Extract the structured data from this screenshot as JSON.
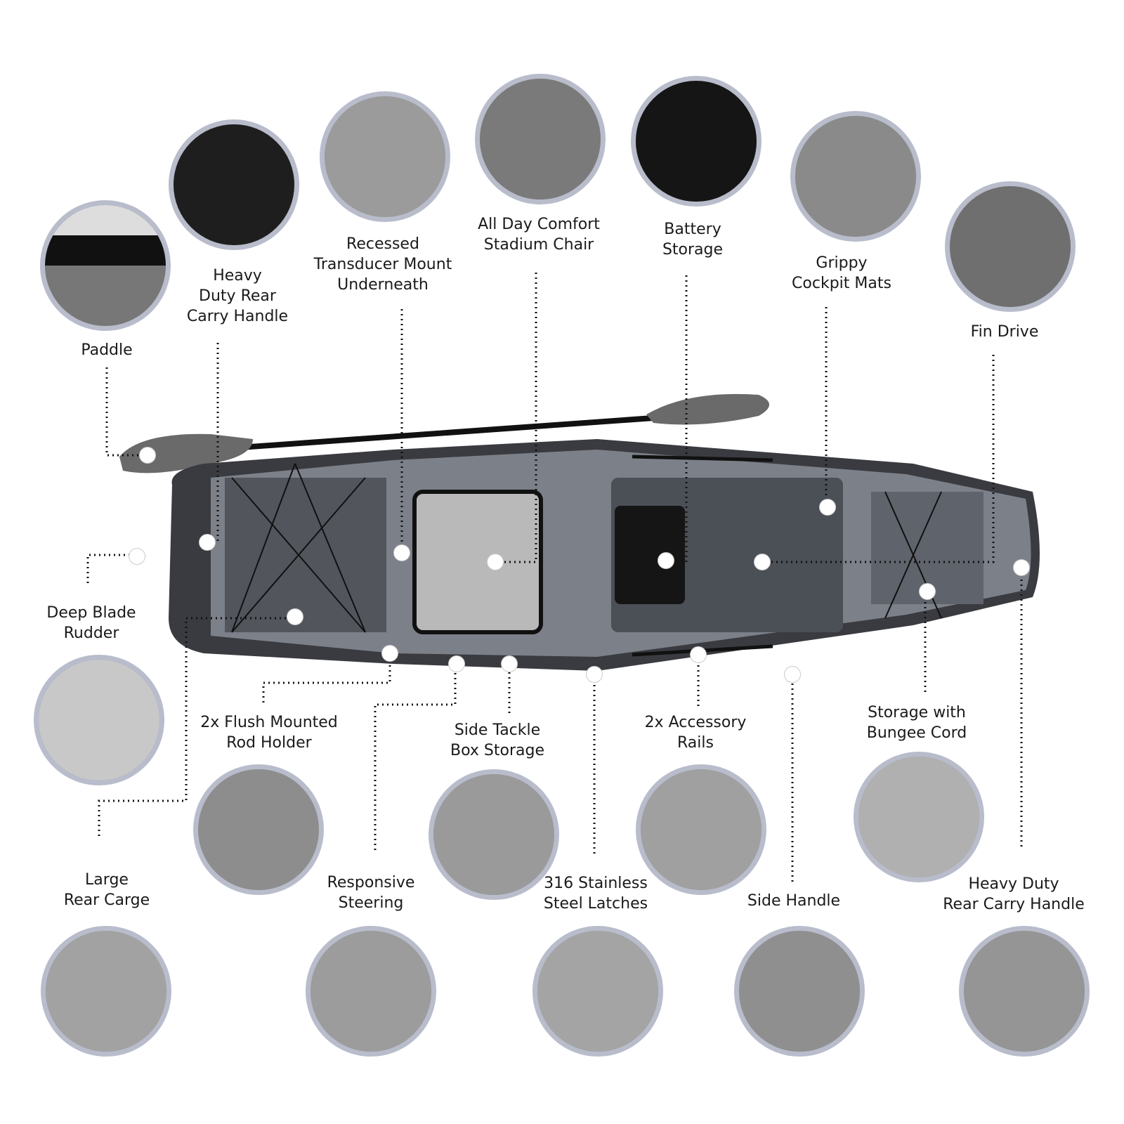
{
  "features": [
    {
      "id": "paddle",
      "label": "Paddle",
      "icon": "paddle-photo"
    },
    {
      "id": "heavy-duty-rear-carry-handle-top",
      "label": "Heavy\nDuty Rear\nCarry Handle",
      "icon": "carry-handle-photo"
    },
    {
      "id": "recessed-transducer-mount",
      "label": "Recessed\nTransducer Mount\nUnderneath",
      "icon": "transducer-mount-photo"
    },
    {
      "id": "stadium-chair",
      "label": "All Day Comfort\nStadium Chair",
      "icon": "chair-photo"
    },
    {
      "id": "battery-storage",
      "label": "Battery\nStorage",
      "icon": "battery-hatch-photo"
    },
    {
      "id": "cockpit-mats",
      "label": "Grippy\nCockpit Mats",
      "icon": "mat-photo"
    },
    {
      "id": "fin-drive",
      "label": "Fin Drive",
      "icon": "fin-drive-photo"
    },
    {
      "id": "deep-blade-rudder",
      "label": "Deep Blade\nRudder",
      "icon": "rudder-photo"
    },
    {
      "id": "rod-holder",
      "label": "2x Flush Mounted\nRod Holder",
      "icon": "rod-holder-photo"
    },
    {
      "id": "side-tackle-box",
      "label": "Side Tackle\nBox Storage",
      "icon": "tackle-box-photo"
    },
    {
      "id": "accessory-rails",
      "label": "2x Accessory\nRails",
      "icon": "rail-photo"
    },
    {
      "id": "bungee-storage",
      "label": "Storage with\nBungee Cord",
      "icon": "bungee-photo"
    },
    {
      "id": "rear-cargo",
      "label": "Large\nRear Carge",
      "icon": "cargo-photo"
    },
    {
      "id": "steering",
      "label": "Responsive\nSteering",
      "icon": "steering-photo"
    },
    {
      "id": "latches",
      "label": "316 Stainless\nSteel Latches",
      "icon": "latch-photo"
    },
    {
      "id": "side-handle",
      "label": "Side Handle",
      "icon": "side-handle-photo"
    },
    {
      "id": "heavy-duty-rear-carry-handle-bottom",
      "label": "Heavy Duty\nRear Carry Handle",
      "icon": "carry-handle-photo"
    }
  ],
  "colors": {
    "ring": "#b8bccb",
    "hull": "#5e6068",
    "deck": "#7c8089",
    "mat": "#4b5057"
  }
}
